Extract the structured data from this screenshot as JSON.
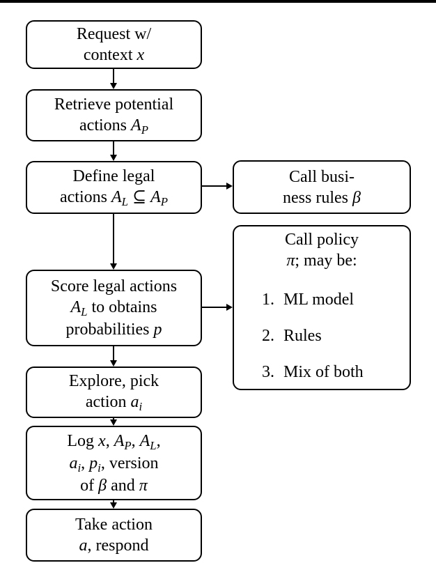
{
  "colors": {
    "background": "#ffffff",
    "line": "#000000",
    "text": "#000000",
    "box_fill": "#ffffff"
  },
  "nodes": {
    "request": {
      "lines": [
        [
          {
            "t": "Request w/"
          }
        ],
        [
          {
            "t": "context "
          },
          {
            "t": "x",
            "s": "i"
          }
        ]
      ]
    },
    "retrieve": {
      "lines": [
        [
          {
            "t": "Retrieve potential"
          }
        ],
        [
          {
            "t": "actions "
          },
          {
            "t": "A",
            "s": "i"
          },
          {
            "t": "P",
            "s": "sub"
          }
        ]
      ]
    },
    "define": {
      "lines": [
        [
          {
            "t": "Define legal"
          }
        ],
        [
          {
            "t": "actions "
          },
          {
            "t": "A",
            "s": "i"
          },
          {
            "t": "L",
            "s": "sub"
          },
          {
            "t": " ⊆ "
          },
          {
            "t": "A",
            "s": "i"
          },
          {
            "t": "P",
            "s": "sub"
          }
        ]
      ]
    },
    "score": {
      "lines": [
        [
          {
            "t": "Score legal actions"
          }
        ],
        [
          {
            "t": "A",
            "s": "i"
          },
          {
            "t": "L",
            "s": "sub"
          },
          {
            "t": " to obtains"
          }
        ],
        [
          {
            "t": "probabilities "
          },
          {
            "t": "p",
            "s": "i"
          }
        ]
      ]
    },
    "explore": {
      "lines": [
        [
          {
            "t": "Explore, pick"
          }
        ],
        [
          {
            "t": "action "
          },
          {
            "t": "a",
            "s": "i"
          },
          {
            "t": "i",
            "s": "sub"
          }
        ]
      ]
    },
    "log": {
      "lines": [
        [
          {
            "t": "Log "
          },
          {
            "t": "x",
            "s": "i"
          },
          {
            "t": ", "
          },
          {
            "t": "A",
            "s": "i"
          },
          {
            "t": "P",
            "s": "sub"
          },
          {
            "t": ", "
          },
          {
            "t": "A",
            "s": "i"
          },
          {
            "t": "L",
            "s": "sub"
          },
          {
            "t": ","
          }
        ],
        [
          {
            "t": "a",
            "s": "i"
          },
          {
            "t": "i",
            "s": "sub"
          },
          {
            "t": ", "
          },
          {
            "t": "p",
            "s": "i"
          },
          {
            "t": "i",
            "s": "sub"
          },
          {
            "t": ", version"
          }
        ],
        [
          {
            "t": "of "
          },
          {
            "t": "β",
            "s": "i"
          },
          {
            "t": " and "
          },
          {
            "t": "π",
            "s": "i"
          }
        ]
      ]
    },
    "take": {
      "lines": [
        [
          {
            "t": "Take action"
          }
        ],
        [
          {
            "t": "a",
            "s": "i"
          },
          {
            "t": ", respond"
          }
        ]
      ]
    },
    "business_rules": {
      "lines": [
        [
          {
            "t": "Call busi-"
          }
        ],
        [
          {
            "t": "ness rules "
          },
          {
            "t": "β",
            "s": "i"
          }
        ]
      ]
    },
    "policy": {
      "heading_lines": [
        [
          {
            "t": "Call policy"
          }
        ],
        [
          {
            "t": "π",
            "s": "i"
          },
          {
            "t": "; may be:"
          }
        ]
      ],
      "items": [
        {
          "num": "1.",
          "lines": [
            [
              {
                "t": "ML model"
              }
            ]
          ]
        },
        {
          "num": "2.",
          "lines": [
            [
              {
                "t": "Rules"
              }
            ]
          ]
        },
        {
          "num": "3.",
          "lines": [
            [
              {
                "t": "Mix of both"
              }
            ]
          ]
        }
      ]
    }
  },
  "edges": [
    {
      "from": "request",
      "to": "retrieve",
      "direction": "down"
    },
    {
      "from": "retrieve",
      "to": "define",
      "direction": "down"
    },
    {
      "from": "define",
      "to": "business_rules",
      "direction": "right"
    },
    {
      "from": "define",
      "to": "score",
      "direction": "down"
    },
    {
      "from": "score",
      "to": "policy",
      "direction": "right"
    },
    {
      "from": "score",
      "to": "explore",
      "direction": "down"
    },
    {
      "from": "explore",
      "to": "log",
      "direction": "down"
    },
    {
      "from": "log",
      "to": "take",
      "direction": "down"
    }
  ]
}
